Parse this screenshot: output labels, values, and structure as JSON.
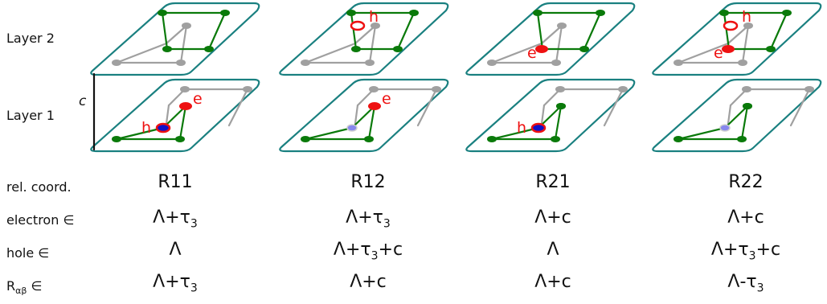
{
  "layer_labels": {
    "layer2": "Layer 2",
    "layer1": "Layer 1",
    "c_axis": "c"
  },
  "row_labels": {
    "rel_coord": "rel. coord.",
    "electron": "electron ∈",
    "hole": "hole ∈",
    "r_prefix": "R",
    "r_sub": "αβ",
    "r_suffix": " ∈"
  },
  "marker_labels": {
    "electron": "e",
    "hole": "h"
  },
  "columns": [
    {
      "name": "R11",
      "electron": {
        "main": "Λ+τ",
        "sub": "3",
        "tail": ""
      },
      "hole": {
        "main": "Λ",
        "sub": "",
        "tail": ""
      },
      "r": {
        "main": "Λ+τ",
        "sub": "3",
        "tail": ""
      },
      "top": {
        "hole": false,
        "electron": false
      },
      "bottom": {
        "electron": true,
        "hole": true,
        "e_label": true,
        "h_label": true
      }
    },
    {
      "name": "R12",
      "electron": {
        "main": "Λ+τ",
        "sub": "3",
        "tail": ""
      },
      "hole": {
        "main": "Λ+τ",
        "sub": "3",
        "tail": "+c"
      },
      "r": {
        "main": "Λ+c",
        "sub": "",
        "tail": ""
      },
      "top": {
        "hole": true,
        "electron": false
      },
      "bottom": {
        "electron": true,
        "hole": false,
        "e_label": true,
        "h_label": false
      }
    },
    {
      "name": "R21",
      "electron": {
        "main": "Λ+c",
        "sub": "",
        "tail": ""
      },
      "hole": {
        "main": "Λ",
        "sub": "",
        "tail": ""
      },
      "r": {
        "main": "Λ+c",
        "sub": "",
        "tail": ""
      },
      "top": {
        "hole": false,
        "electron": true
      },
      "bottom": {
        "electron": false,
        "hole": true,
        "e_label": false,
        "h_label": true
      }
    },
    {
      "name": "R22",
      "electron": {
        "main": "Λ+c",
        "sub": "",
        "tail": ""
      },
      "hole": {
        "main": "Λ+τ",
        "sub": "3",
        "tail": "+c"
      },
      "r": {
        "main": "Λ-τ",
        "sub": "3",
        "tail": ""
      },
      "top": {
        "hole": true,
        "electron": true
      },
      "bottom": {
        "electron": false,
        "hole": false,
        "e_label": false,
        "h_label": false
      }
    }
  ],
  "colors": {
    "plate": "#1a8080",
    "green": "#0a7a0a",
    "gray": "#a0a0a0",
    "red": "#ee1111",
    "blue": "#1010c8",
    "text": "#111111"
  }
}
